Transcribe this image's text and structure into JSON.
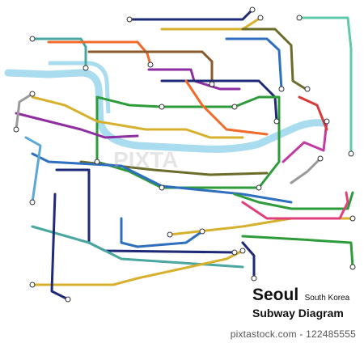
{
  "map": {
    "city": "Seoul",
    "country": "South Korea",
    "subtitle": "Subway Diagram",
    "river_color": "#a9dcef",
    "line_colors": {
      "navy": "#1e2a78",
      "green": "#2e9b3b",
      "orange": "#f06a2a",
      "blue": "#2f6fc0",
      "purple": "#8e2ea0",
      "brown": "#8a5a2b",
      "olive": "#6b6b2a",
      "pink": "#e0407a",
      "gold": "#d7b12d",
      "teal": "#4aa7a0",
      "skyblue": "#5aa8d6",
      "mint": "#5fc9a9",
      "grey": "#9a9a9a",
      "magenta": "#c23aa3",
      "red": "#d83838"
    }
  },
  "watermark": {
    "id_text": "pixtastock.com - 122485555",
    "overlay": "PIXTA"
  }
}
